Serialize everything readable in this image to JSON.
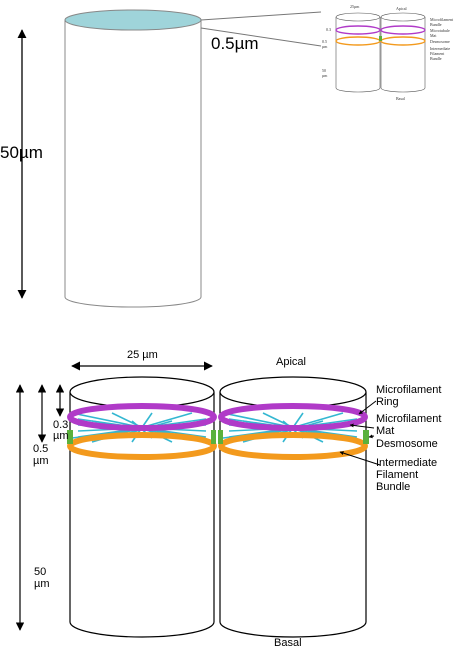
{
  "top_panel": {
    "height_label": "50µm",
    "thickness_label": "0.5µm",
    "inset": {
      "width_label": "25µm",
      "apical_label": "Apical",
      "basal_label": "Basal",
      "d1": "0.3",
      "d2": "0.5",
      "d3": "µm",
      "h1": "50",
      "h2": "µm",
      "c1": "Microfilament",
      "c2": "Bundle",
      "c3": "Microtubule",
      "c4": "Mat",
      "c5": "Desmosome",
      "c6": "Intermediate",
      "c7": "Filament",
      "c8": "Bundle"
    }
  },
  "bottom_panel": {
    "width_label": "25 µm",
    "apical_label": "Apical",
    "basal_label": "Basal",
    "depth_a_line1": "0.3",
    "depth_a_line2": "µm",
    "depth_b_line1": "0.5",
    "depth_b_line2": "µm",
    "height_line1": "50",
    "height_line2": "µm",
    "callouts": {
      "ring_line1": "Microfilament",
      "ring_line2": "Ring",
      "mat_line1": "Microfilament",
      "mat_line2": "Mat",
      "desmosome": "Desmosome",
      "bundle_line1": "Intermediate",
      "bundle_line2": "Filament",
      "bundle_line3": "Bundle"
    }
  },
  "colors": {
    "top_face": "#9fd4da",
    "ring": "#b03ac8",
    "mat": "#33b7d1",
    "bundle": "#f39a1d",
    "desmosome": "#5bb13c",
    "outline": "#000000"
  }
}
